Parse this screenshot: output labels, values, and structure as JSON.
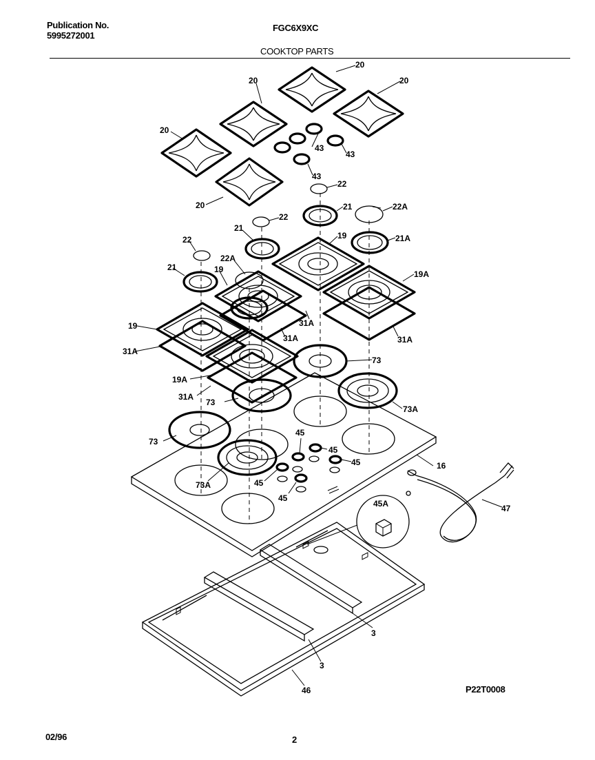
{
  "header": {
    "publication_label": "Publication No.",
    "publication_number": "5995272001",
    "model": "FGC6X9XC",
    "section_title": "COOKTOP PARTS"
  },
  "footer": {
    "date": "02/96",
    "page": "2",
    "figure_code": "P22T0008"
  },
  "callouts": {
    "grate": "20",
    "knob": "43",
    "cap_small": "22",
    "cap_large": "22A",
    "head_small": "21",
    "head_large": "21A",
    "burner_pan": "19",
    "burner_pan_large": "19A",
    "gasket": "31A",
    "drip_bowl": "73",
    "drip_bowl_large": "73A",
    "knob_bezel": "45",
    "switch": "45A",
    "cooktop_top": "16",
    "power_cord": "47",
    "support_bar": "3",
    "frame": "46"
  }
}
